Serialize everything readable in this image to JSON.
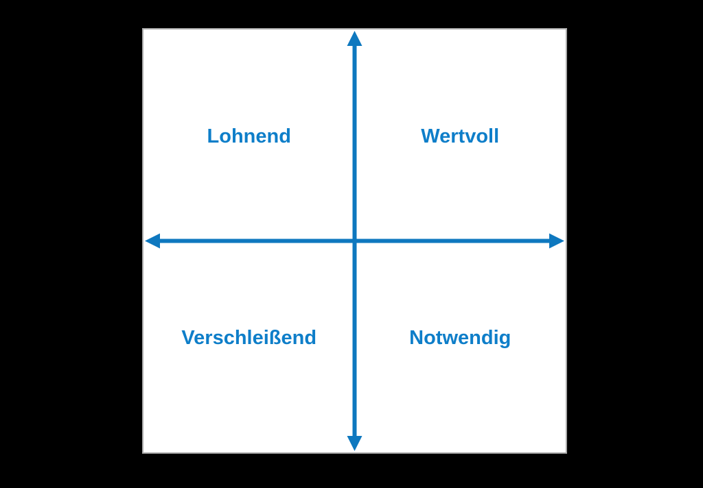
{
  "diagram": {
    "type": "quadrant-matrix",
    "quadrants": {
      "top_left": {
        "label": "Lohnend"
      },
      "top_right": {
        "label": "Wertvoll"
      },
      "bottom_left": {
        "label": "Verschleißend"
      },
      "bottom_right": {
        "label": "Notwendig"
      }
    },
    "colors": {
      "axis": "#0e78bf",
      "label": "#0e7ec9",
      "background": "#000000",
      "panel": "#ffffff",
      "panel_border": "#ababab"
    }
  }
}
